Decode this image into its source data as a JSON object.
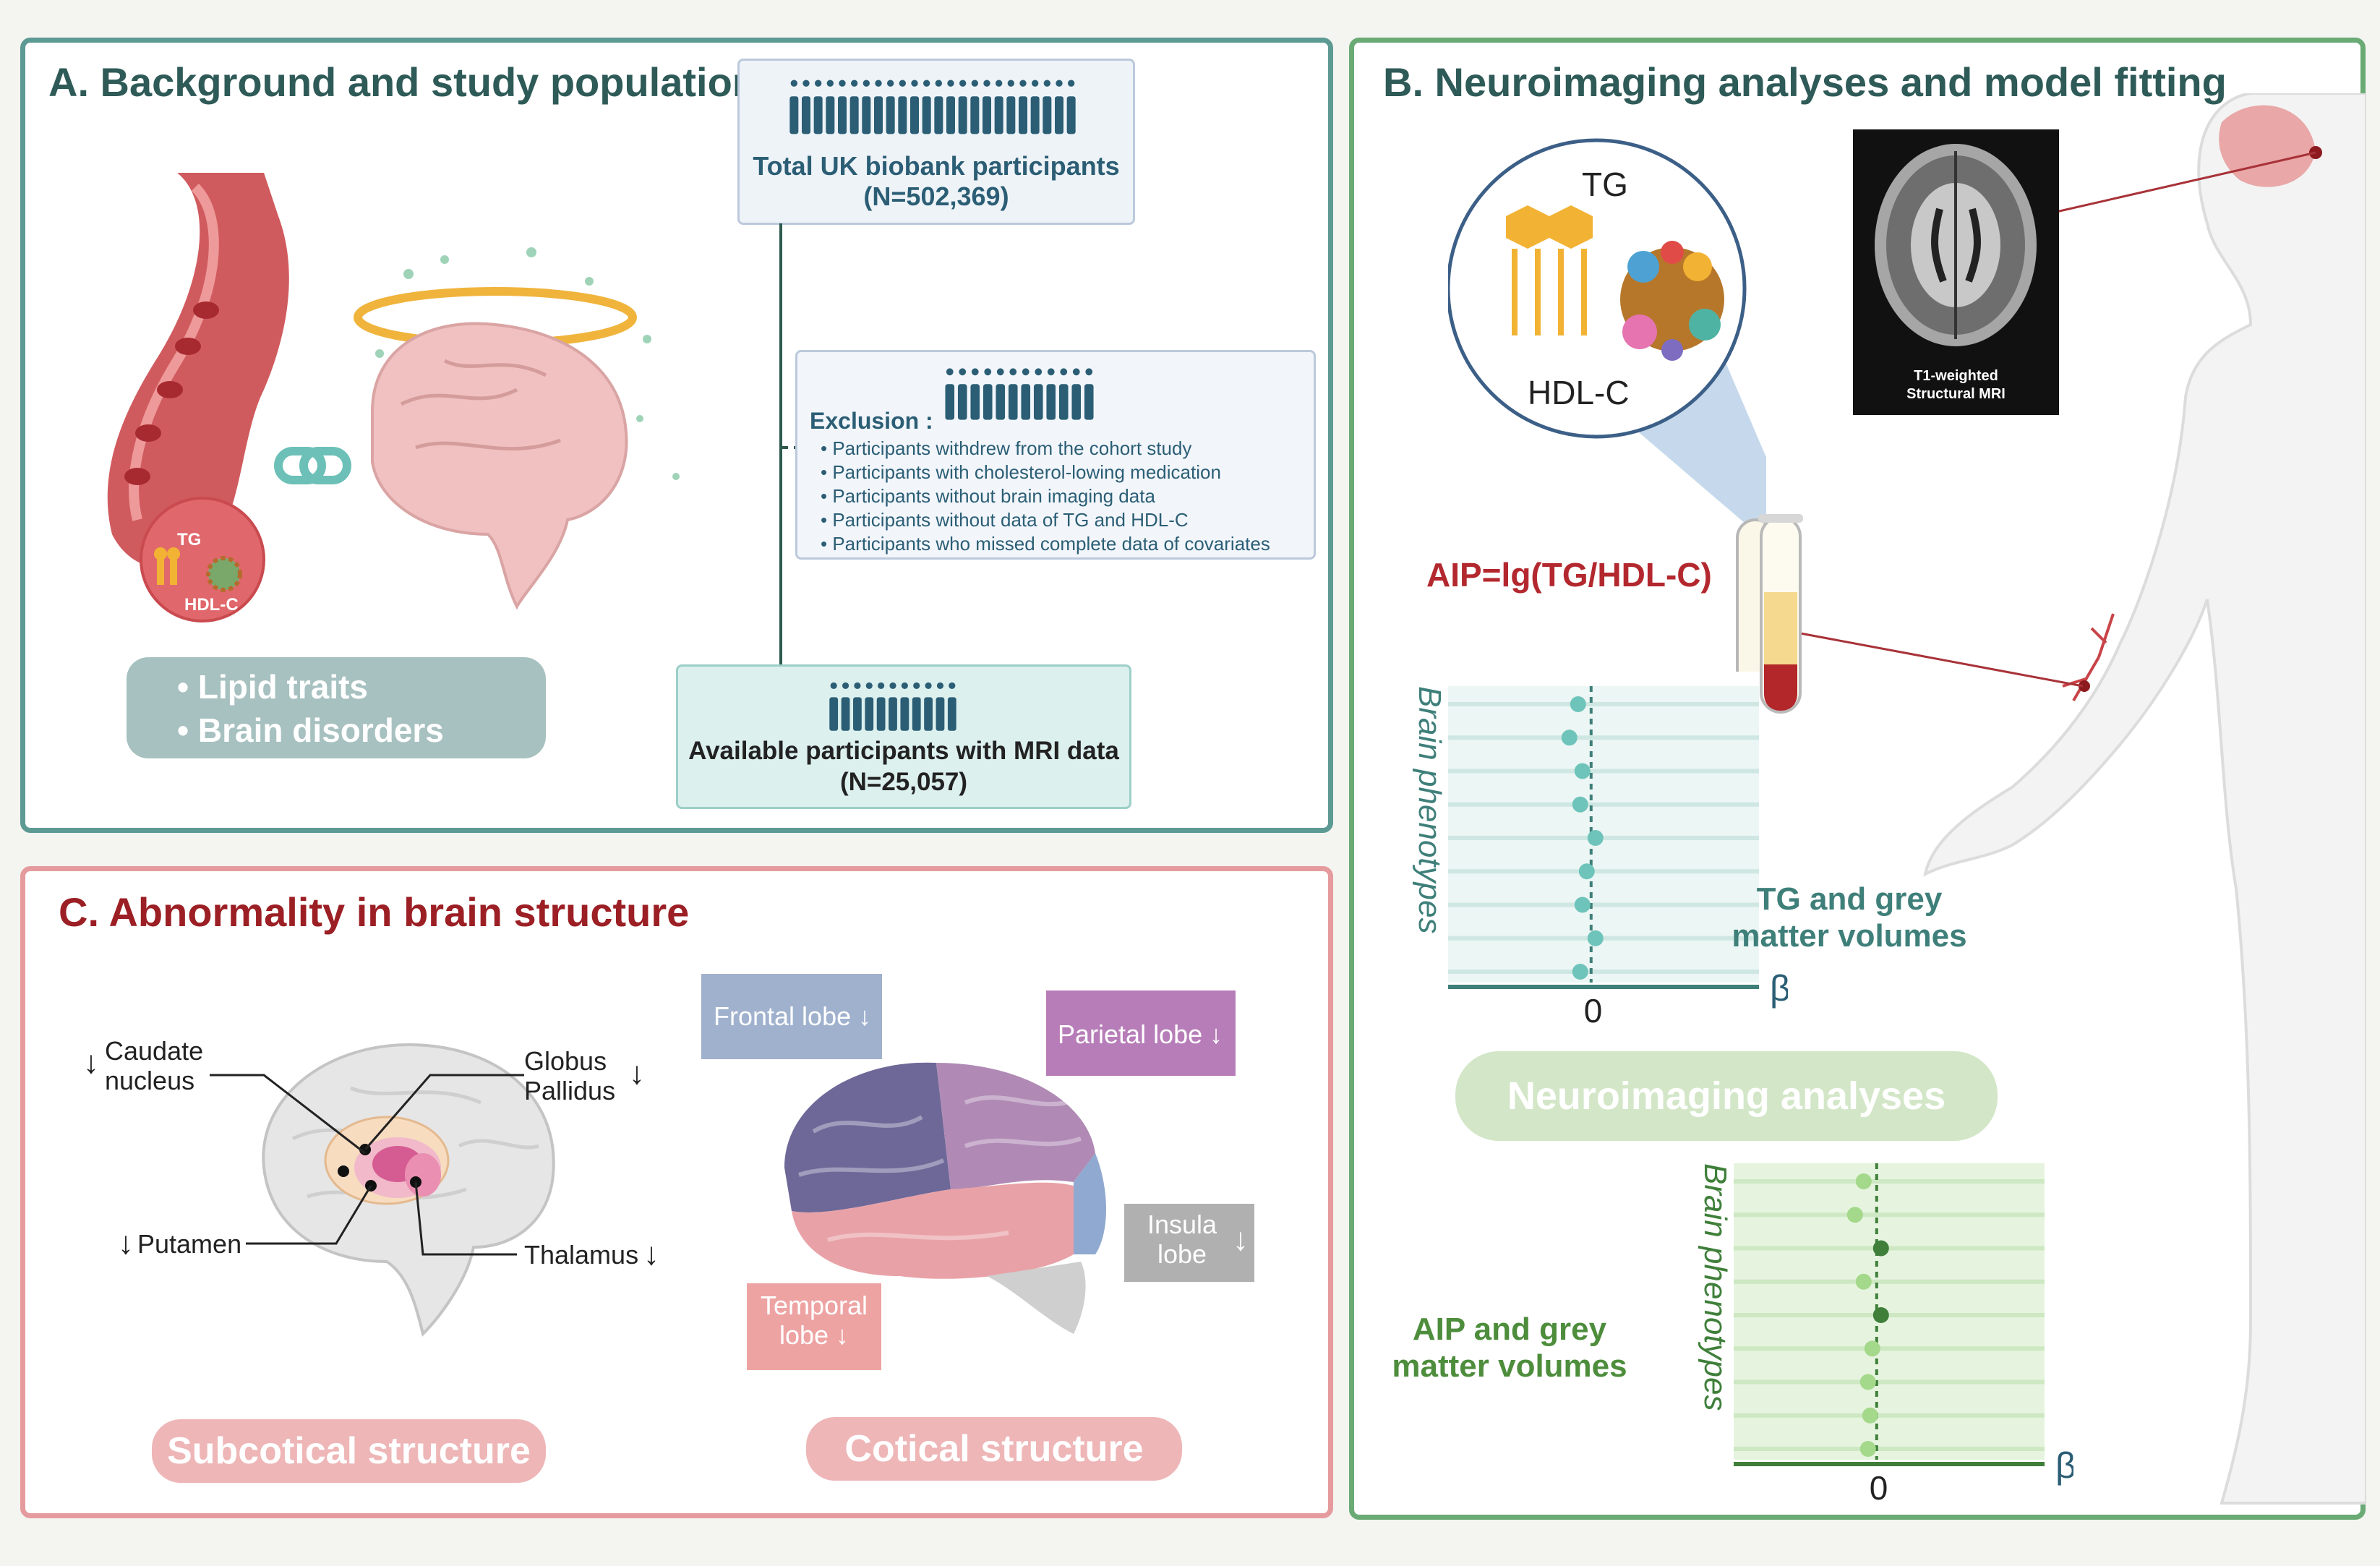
{
  "panel_a": {
    "title": "A. Background and study population",
    "total": {
      "label": "Total UK biobank participants",
      "n": "(N=502,369)"
    },
    "exclusion": {
      "heading": "Exclusion :",
      "items": [
        "Participants withdrew from the cohort study",
        "Participants with cholesterol-lowing medication",
        "Participants without brain imaging data",
        "Participants without data of TG and HDL-C",
        "Participants who missed complete data of covariates"
      ]
    },
    "available": {
      "label": "Available participants with MRI data",
      "n": "(N=25,057)"
    },
    "traits": [
      "Lipid traits",
      "Brain disorders"
    ],
    "vessel": {
      "tg": "TG",
      "hdl": "HDL-C"
    }
  },
  "panel_b": {
    "title": "B. Neuroimaging analyses and model fitting",
    "circle": {
      "tg": "TG",
      "hdl": "HDL-C"
    },
    "mri": {
      "line1": "T1-weighted",
      "line2": "Structural MRI"
    },
    "formula": "AIP=lg(TG/HDL-C)",
    "button": "Neuroimaging analyses",
    "plot1": {
      "ylabel": "Brain phenotypes",
      "zero": "0",
      "beta": "β",
      "caption1": "TG and grey",
      "caption2": "matter volumes"
    },
    "plot2": {
      "ylabel": "Brain phenotypes",
      "zero": "0",
      "beta": "β",
      "caption1": "AIP and grey",
      "caption2": "matter volumes"
    }
  },
  "panel_c": {
    "title": "C. Abnormality in brain structure",
    "sub": {
      "caudate1": "Caudate",
      "caudate2": "nucleus",
      "globus1": "Globus",
      "globus2": "Pallidus",
      "putamen": "Putamen",
      "thalamus": "Thalamus"
    },
    "cort": {
      "frontal": "Frontal lobe",
      "parietal": "Parietal lobe",
      "insula1": "Insula",
      "insula2": "lobe",
      "temporal1": "Temporal",
      "temporal2": "lobe"
    },
    "subcortical_button": "Subcotical structure",
    "cortical_button": "Cotical structure",
    "arrow": "↓"
  },
  "colors": {
    "teal": "#3f7f7a",
    "green": "#5a9e63",
    "red": "#a3242a",
    "pink": "#e9a7a8",
    "frontal": "#9fb1cd",
    "parietal": "#b77db8",
    "insula": "#b0b0b0",
    "temporal": "#eea3a3"
  }
}
